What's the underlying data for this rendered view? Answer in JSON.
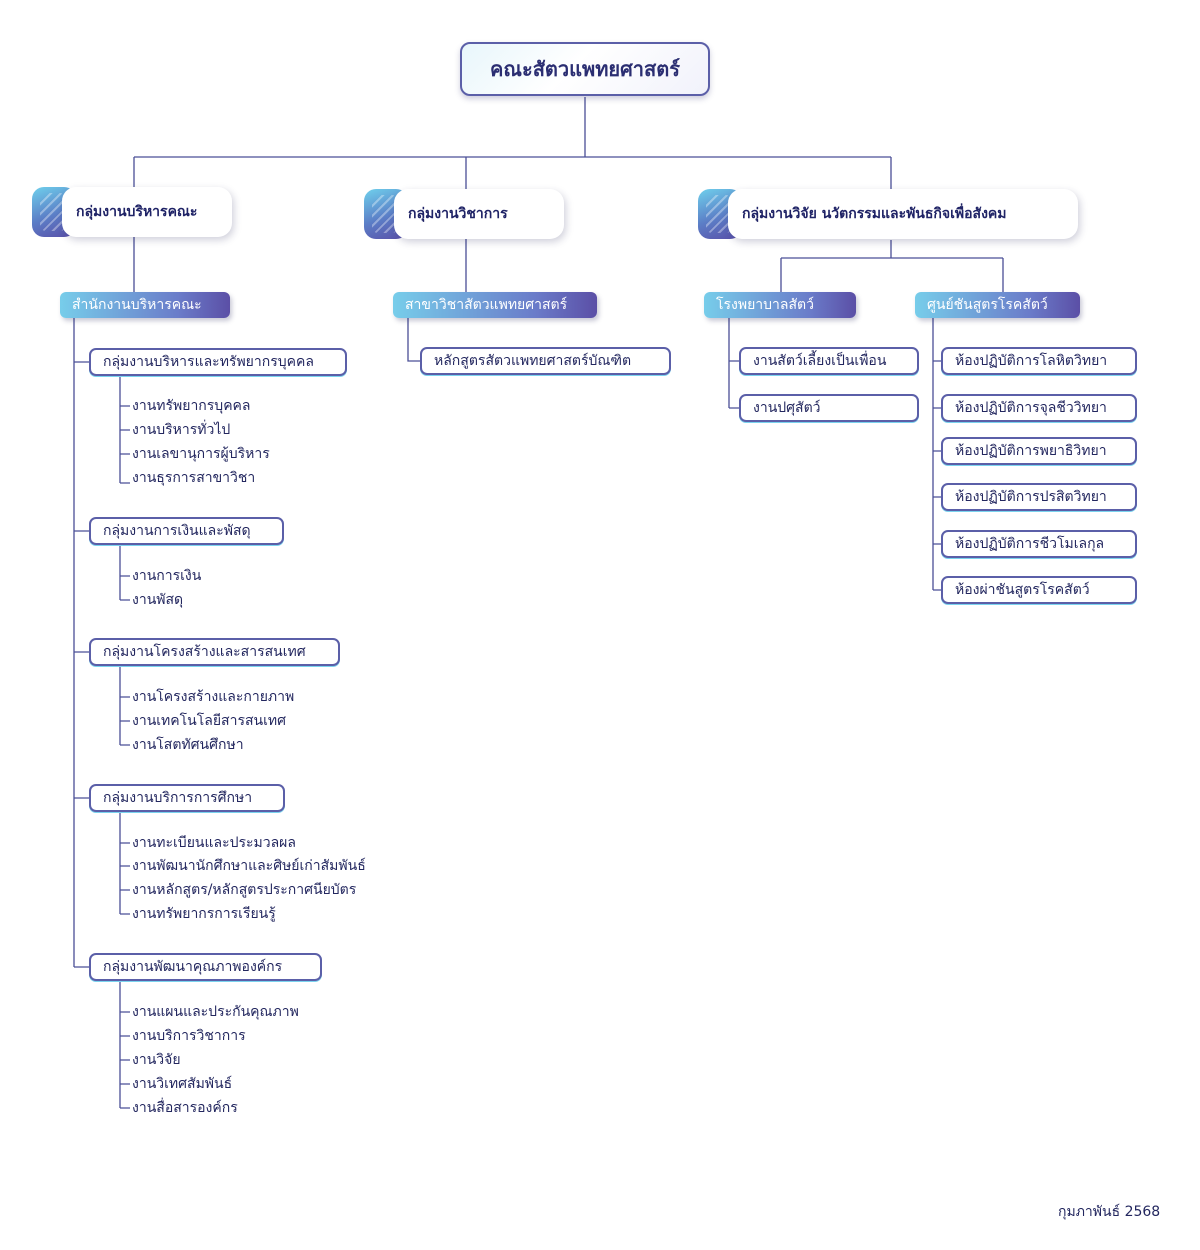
{
  "root": {
    "label": "คณะสัตวแพทยศาสตร์"
  },
  "groups": [
    {
      "label": "กลุ่มงานบริหารคณะ"
    },
    {
      "label": "กลุ่มงานวิชาการ"
    },
    {
      "label": "กลุ่มงานวิจัย นวัตกรรมและพันธกิจเพื่อสังคม"
    }
  ],
  "admin": {
    "office": "สำนักงานบริหารคณะ",
    "subgroups": [
      {
        "label": "กลุ่มงานบริหารและทรัพยากรบุคคล",
        "items": [
          "งานทรัพยากรบุคคล",
          "งานบริหารทั่วไป",
          "งานเลขานุการผู้บริหาร",
          "งานธุรการสาขาวิชา"
        ]
      },
      {
        "label": "กลุ่มงานการเงินและพัสดุ",
        "items": [
          "งานการเงิน",
          "งานพัสดุ"
        ]
      },
      {
        "label": "กลุ่มงานโครงสร้างและสารสนเทศ",
        "items": [
          "งานโครงสร้างและกายภาพ",
          "งานเทคโนโลยีสารสนเทศ",
          "งานโสตทัศนศึกษา"
        ]
      },
      {
        "label": "กลุ่มงานบริการการศึกษา",
        "items": [
          "งานทะเบียนและประมวลผล",
          "งานพัฒนานักศึกษาและศิษย์เก่าสัมพันธ์",
          "งานหลักสูตร/หลักสูตรประกาศนียบัตร",
          "งานทรัพยากรการเรียนรู้"
        ]
      },
      {
        "label": "กลุ่มงานพัฒนาคุณภาพองค์กร",
        "items": [
          "งานแผนและประกันคุณภาพ",
          "งานบริการวิชาการ",
          "งานวิจัย",
          "งานวิเทศสัมพันธ์",
          "งานสื่อสารองค์กร"
        ]
      }
    ]
  },
  "academic": {
    "unit": "สาขาวิชาสัตวแพทยศาสตร์",
    "items": [
      "หลักสูตรสัตวแพทยศาสตร์บัณฑิต"
    ]
  },
  "research": {
    "hospital": {
      "label": "โรงพยาบาลสัตว์",
      "items": [
        "งานสัตว์เลี้ยงเป็นเพื่อน",
        "งานปศุสัตว์"
      ]
    },
    "center": {
      "label": "ศูนย์ชันสูตรโรคสัตว์",
      "items": [
        "ห้องปฏิบัติการโลหิตวิทยา",
        "ห้องปฏิบัติการจุลชีววิทยา",
        "ห้องปฏิบัติการพยาธิวิทยา",
        "ห้องปฏิบัติการปรสิตวิทยา",
        "ห้องปฏิบัติการชีวโมเลกุล",
        "ห้องผ่าชันสูตรโรคสัตว์"
      ]
    }
  },
  "footer": {
    "date": "กุมภาพันธ์ 2568"
  },
  "colors": {
    "line": "#5b5fa8",
    "accent": "#77cdea",
    "text": "#23275f"
  }
}
